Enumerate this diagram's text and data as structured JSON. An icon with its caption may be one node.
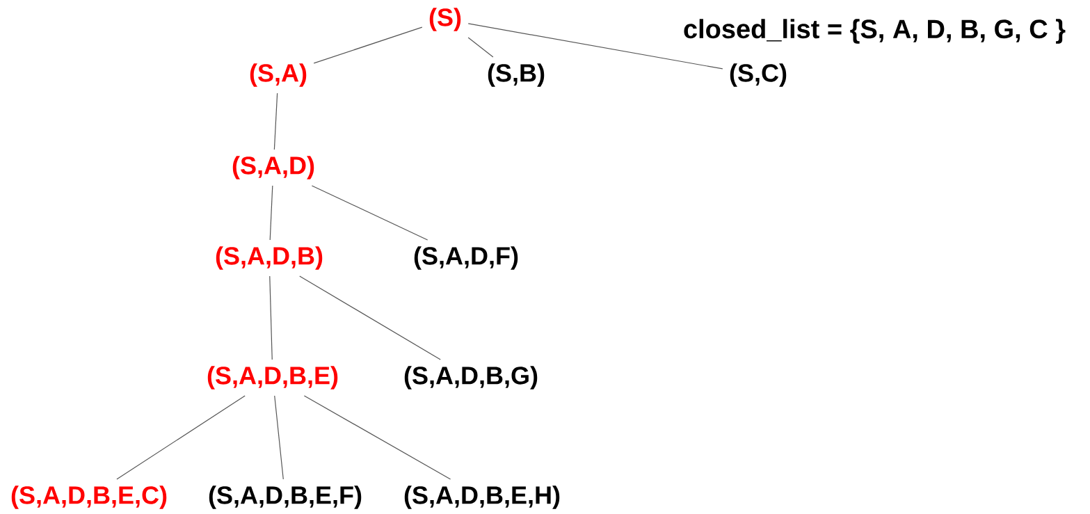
{
  "diagram": {
    "nodes": [
      {
        "text": [
          "(S)"
        ]
      },
      {
        "text": [
          "(S,A)"
        ]
      },
      {
        "text": [
          "(S,B)"
        ]
      },
      {
        "text": [
          "(S,C)"
        ]
      },
      {
        "text": [
          "(S,A,D)"
        ]
      },
      {
        "text": [
          "(S,A,D,B)"
        ]
      },
      {
        "text": [
          "(S,A,D,F)"
        ]
      },
      {
        "text": [
          "(S,A,D,B,E)"
        ]
      },
      {
        "text": [
          "(S,A,D,B,G)"
        ]
      },
      {
        "text": [
          "(S,A,D,B,E,C)"
        ]
      },
      {
        "text": [
          "(S,A,D,B,E,F)"
        ]
      },
      {
        "text": [
          "(S,A,D,B,E,H)"
        ]
      }
    ],
    "edges": [
      {
        "from": 0,
        "to": 1,
        "arrow": "none"
      },
      {
        "from": 0,
        "to": 2,
        "arrow": "none"
      },
      {
        "from": 0,
        "to": 3,
        "arrow": "none"
      },
      {
        "from": 1,
        "to": 4,
        "arrow": "none"
      },
      {
        "from": 4,
        "to": 5,
        "arrow": "none"
      },
      {
        "from": 4,
        "to": 6,
        "arrow": "none"
      },
      {
        "from": 5,
        "to": 7,
        "arrow": "none"
      },
      {
        "from": 5,
        "to": 8,
        "arrow": "none"
      },
      {
        "from": 7,
        "to": 9,
        "arrow": "none"
      },
      {
        "from": 7,
        "to": 10,
        "arrow": "none"
      },
      {
        "from": 7,
        "to": 11,
        "arrow": "none"
      }
    ],
    "labels": [
      "closed_list = {S, A, D, B, G, C }"
    ]
  }
}
